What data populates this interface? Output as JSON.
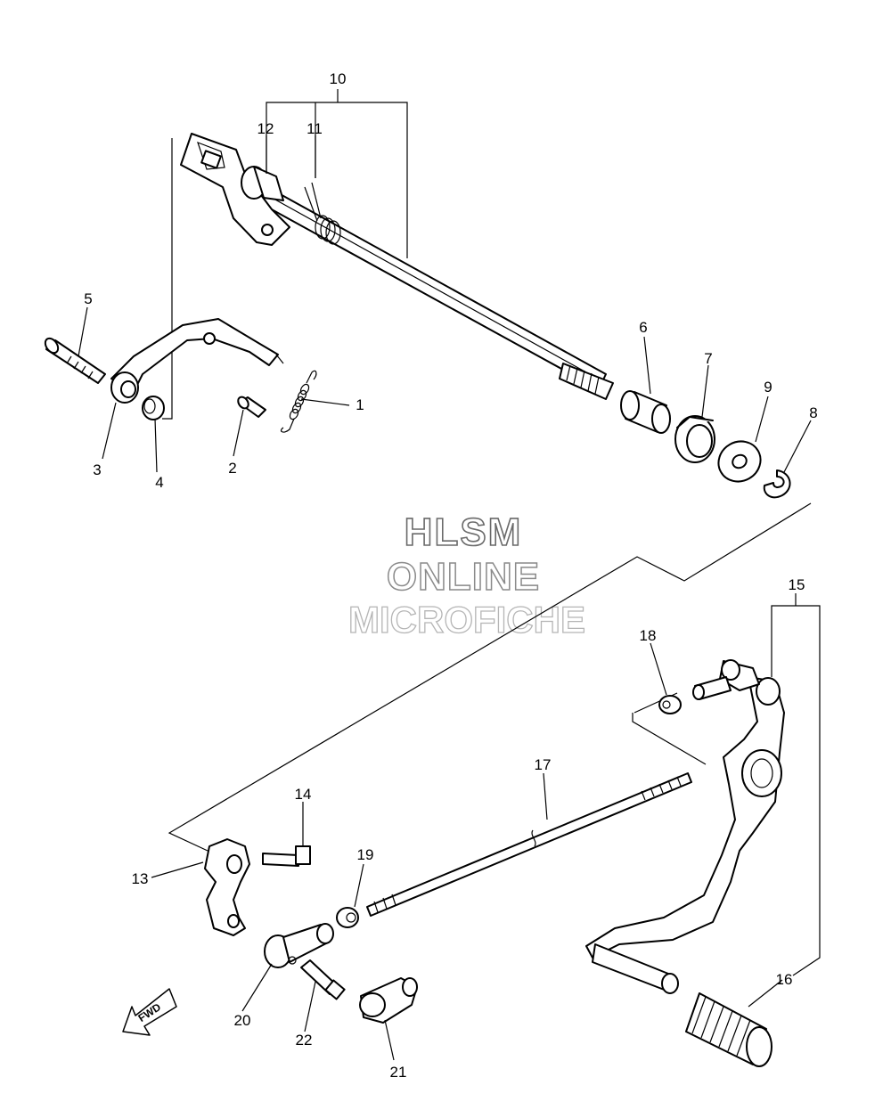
{
  "watermark": {
    "line1": "HLSM",
    "line2": "ONLINE",
    "line3": "MICROFICHE"
  },
  "fwd_label": "FWD",
  "callouts": {
    "c1": "1",
    "c2": "2",
    "c3": "3",
    "c4": "4",
    "c5": "5",
    "c6": "6",
    "c7": "7",
    "c8": "8",
    "c9": "9",
    "c10": "10",
    "c11": "11",
    "c12": "12",
    "c13": "13",
    "c14": "14",
    "c15": "15",
    "c16": "16",
    "c17": "17",
    "c18": "18",
    "c19": "19",
    "c20": "20",
    "c21": "21",
    "c22": "22"
  }
}
